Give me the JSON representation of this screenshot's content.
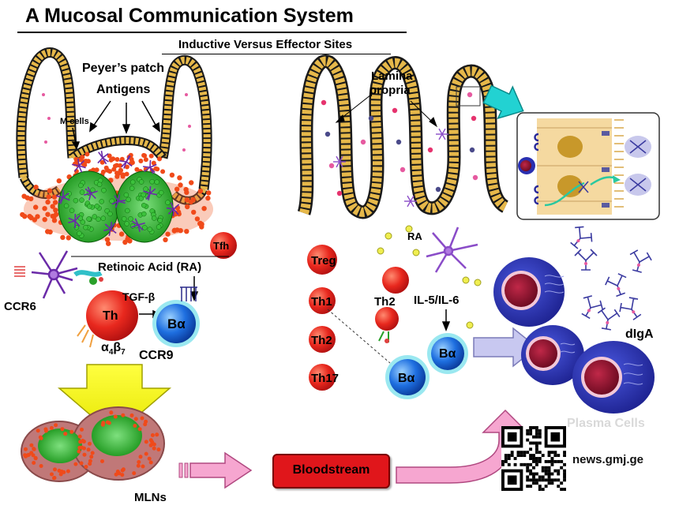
{
  "title": "A Mucosal Communication System",
  "subtitle": "Inductive Versus Effector Sites",
  "labels": {
    "peyers_patch": "Peyer’s patch",
    "antigens": "Antigens",
    "m_cells": "M cells",
    "lamina_propria_1": "Lamina",
    "lamina_propria_2": "propria",
    "tfh": "Tfh",
    "retinoic_acid": "Retinoic Acid (RA)",
    "ccr6": "CCR6",
    "tgf_b": "TGF-β",
    "th": "Th",
    "b_alpha": "Bα",
    "a4b7_a": "α",
    "a4b7_4": "4",
    "a4b7_b": "β",
    "a4b7_7": "7",
    "ccr9": "CCR9",
    "mlns": "MLNs",
    "bloodstream": "Bloodstream",
    "treg": "Treg",
    "th1": "Th1",
    "th2_left": "Th2",
    "th17": "Th17",
    "th2_mid": "Th2",
    "ra": "RA",
    "il": "IL-5/IL-6",
    "b_alpha_2": "Bα",
    "b_alpha_3": "Bα",
    "digA": "dIgA",
    "plasma_cells": "Plasma Cells",
    "watermark": "news.gmj.ge"
  },
  "colors": {
    "th_cell": "#e8281e",
    "b_cell": "#1e6fe0",
    "plasma_cell": "#2a2fb0",
    "nucleus": "#9b1430",
    "epithelium": "#e6b84a",
    "germinal_center": "#22a22a",
    "follicle_cells": "#f04a1a",
    "dendritic": "#8a4cc8",
    "arrow_yellow": "#ffff00",
    "arrow_pink": "#f6a6d0",
    "arrow_lavender": "#c8c8f0",
    "arrow_teal": "#22d2d2",
    "bloodstream_box": "#e0161b"
  }
}
